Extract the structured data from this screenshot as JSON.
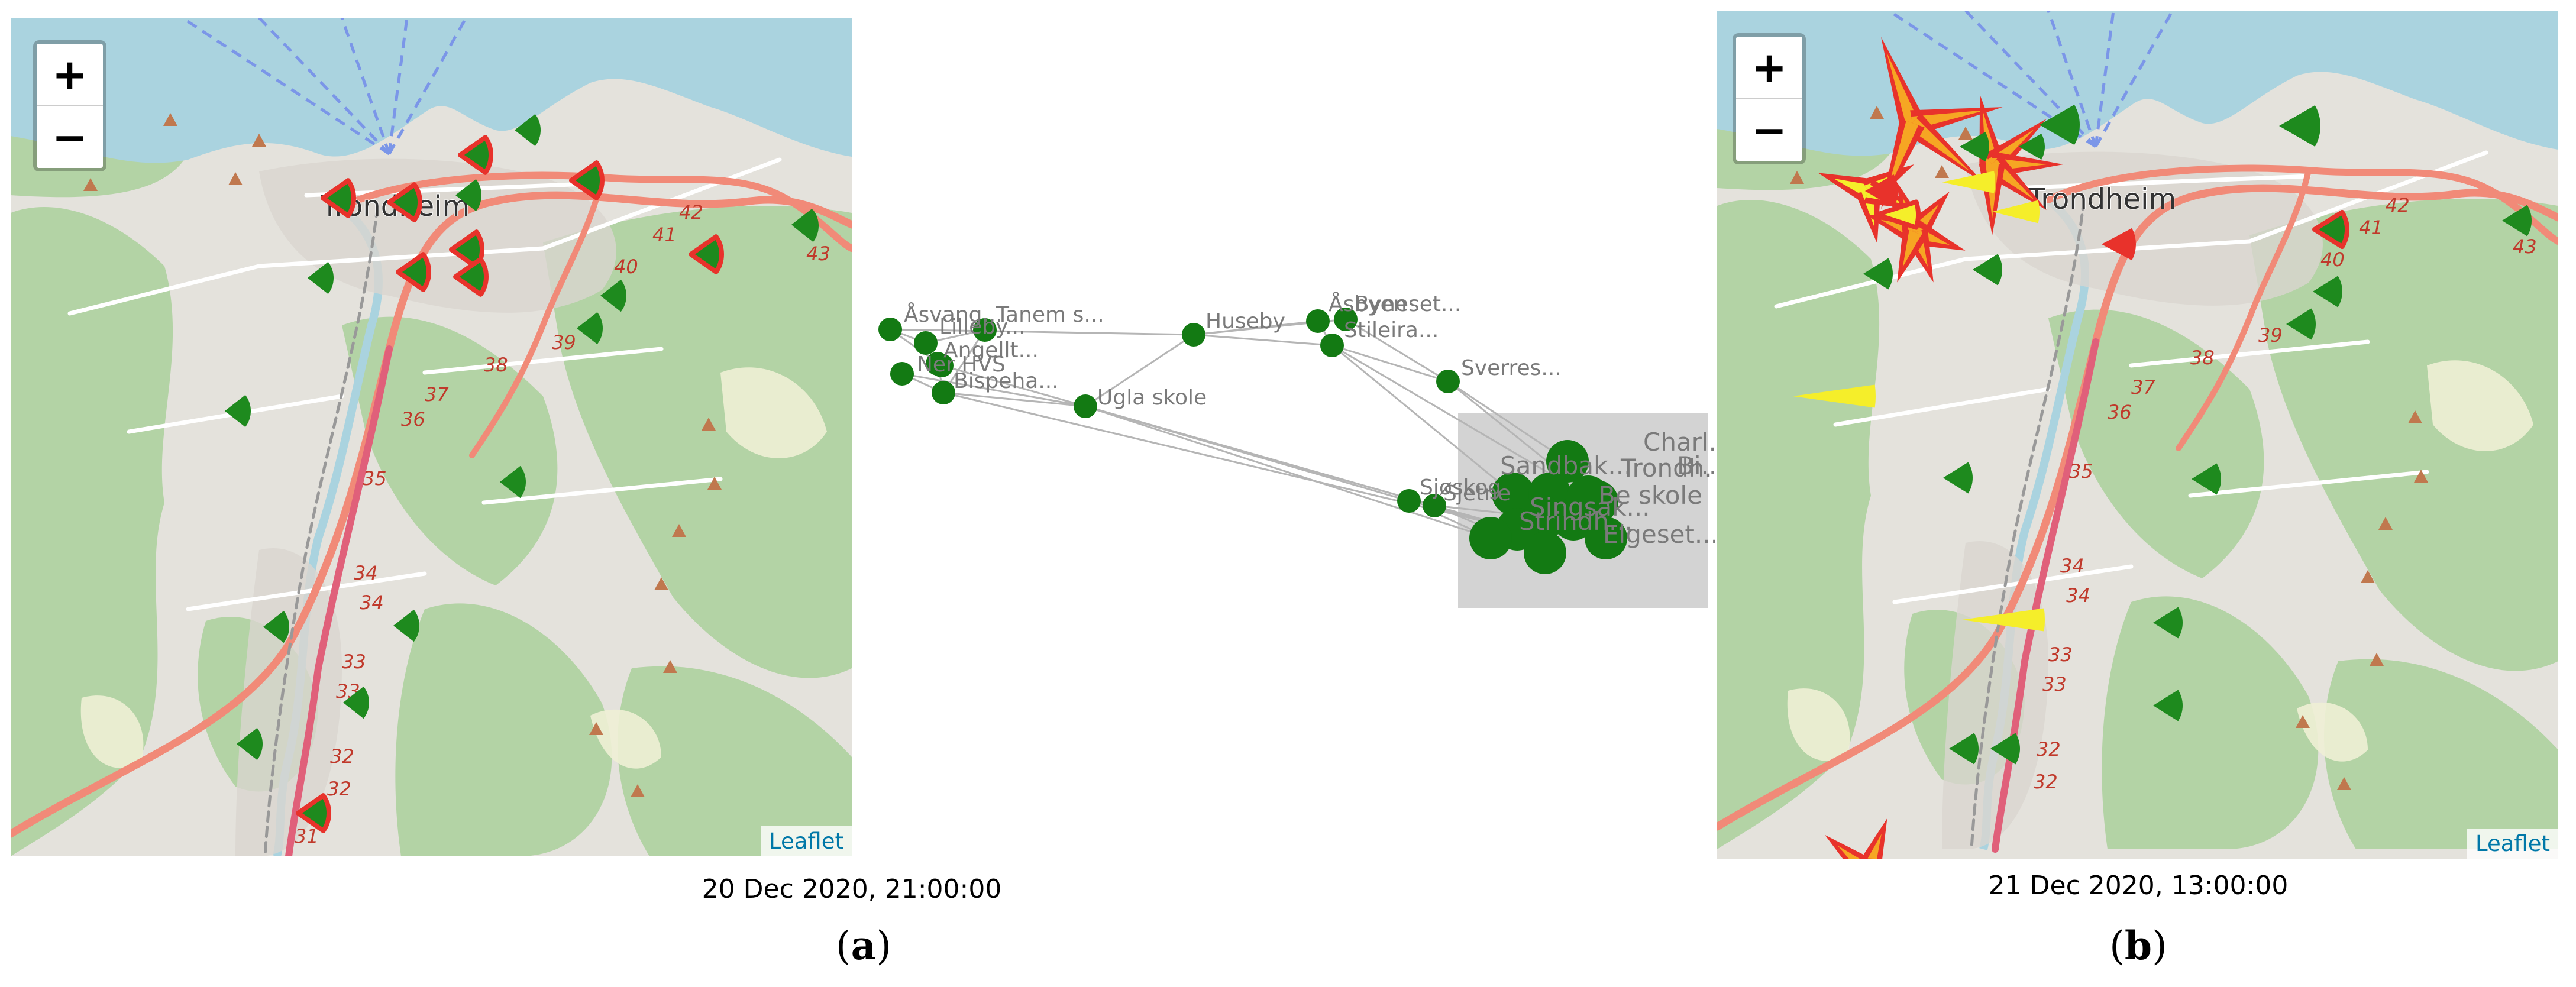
{
  "map_a": {
    "zoom_in_label": "+",
    "zoom_out_label": "−",
    "attribution": "Leaflet",
    "city_label": "Trondheim",
    "road_labels": [
      "42",
      "41",
      "40",
      "43",
      "39",
      "38",
      "37",
      "36",
      "35",
      "34",
      "34",
      "33",
      "33",
      "32",
      "32",
      "31"
    ],
    "timestamp": "20 Dec 2020, 21:00:00",
    "caption_letter": "a"
  },
  "graph": {
    "node_labels": [
      "Åsvang...",
      "Tanem s...",
      "Lilleby...",
      "Angellt...",
      "Ner HVS",
      "Bispeha...",
      "Ugla skole",
      "Huseby",
      "Åsbyen",
      "Byneset...",
      "Stileira...",
      "Sverres...",
      "Sjøskog",
      "Sjetne",
      "Sandbak...",
      "Charl...",
      "Trondh...",
      "Bi...",
      "Be skole",
      "Singsak...",
      "Strindh...",
      "Elgeset..."
    ]
  },
  "map_b": {
    "zoom_in_label": "+",
    "zoom_out_label": "−",
    "attribution": "Leaflet",
    "city_label": "Trondheim",
    "road_labels": [
      "42",
      "41",
      "40",
      "43",
      "39",
      "38",
      "37",
      "36",
      "35",
      "34",
      "34",
      "33",
      "33",
      "32",
      "32"
    ],
    "timestamp": "21 Dec 2020, 13:00:00",
    "caption_letter": "b"
  },
  "colors": {
    "water": "#aad3df",
    "land": "#e4e2dc",
    "forest": "#add19e",
    "green_marker": "#1e8a1e",
    "red_marker": "#e8322b",
    "yellow_marker": "#f5ee2a",
    "orange_marker": "#f6a623",
    "motorway": "#f18a78",
    "graph_node": "#137a13",
    "graph_edge": "#b5b5b5"
  }
}
